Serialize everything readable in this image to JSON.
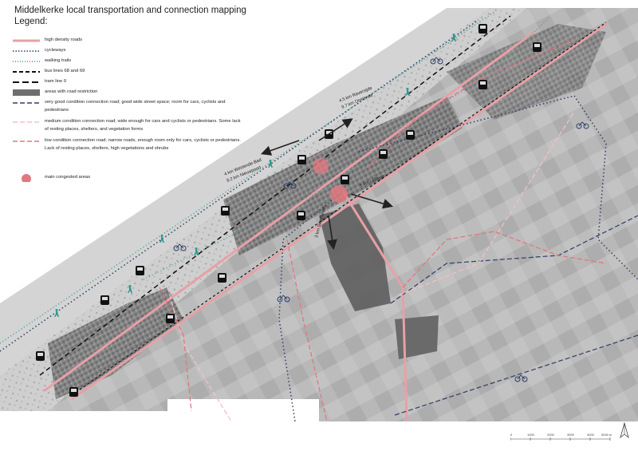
{
  "title": {
    "line1": "Middelkerke local transportation and connection mapping",
    "line2": "Legend:"
  },
  "legend": [
    {
      "label": "high density roads",
      "symbol": "solid-pink-line",
      "color": "#e8a0a8"
    },
    {
      "label": "cycleways",
      "symbol": "dotted-navy-line",
      "color": "#2f3d66"
    },
    {
      "label": "walking trails",
      "symbol": "dotted-teal-line",
      "color": "#3a9a8e"
    },
    {
      "label": "bus lines 68 and 69",
      "symbol": "dashed-black-line",
      "color": "#111111"
    },
    {
      "label": "tram line 0",
      "symbol": "long-dashed-black-line",
      "color": "#111111"
    },
    {
      "label": "areas with road restriction",
      "symbol": "grey-fill",
      "color": "#6e6e6e"
    },
    {
      "label": "very good condition connection road; good wide street space; room for cars, cyclists and pedestrians",
      "symbol": "dashed-navy-line",
      "color": "#2f3d66"
    },
    {
      "label": "medium condition connection road; wide enough for cars and cyclists or pedestrians. Some lack of resting places, shelters, and vegetation forms",
      "symbol": "dashed-light-pink-line",
      "color": "#f2c0c4"
    },
    {
      "label": "low condition connection road; narrow roads, enough room only for cars, cyclists or pedestrians. Lack of resting places, shelters, high vegetations and shrubs",
      "symbol": "dashed-pink-line",
      "color": "#e07880"
    },
    {
      "label": "main congested areas",
      "symbol": "pink-dot",
      "color": "#e07880"
    }
  ],
  "distances": {
    "toward_raversijde": "4.5 km Raversijde",
    "toward_oostende": "9.7 km Oostende",
    "toward_westende_bad": "4 km Westende-Bad",
    "toward_nieuwpoort": "8.2 km Nieuwpoort",
    "toward_lettenburg": "6 km Leffinge",
    "toward_slijkens": "3 km Sint-Pieters"
  },
  "scale": {
    "labels": [
      "0",
      "1000",
      "2000",
      "3000",
      "4000",
      "5000 m"
    ]
  },
  "colors": {
    "sea_sand": "#d6d6d6",
    "land": "#b5b5b5",
    "field_light": "#c4c4c4",
    "field_dark": "#9a9a9a",
    "built": "#6a6a6a",
    "high_density_road": "#e8a0a8",
    "congestion": "#e07880",
    "cycleway": "#2f3d66",
    "walking": "#3a9a8e"
  },
  "icons": [
    "bus-icon",
    "bicycle-icon",
    "pedestrian-icon",
    "direction-arrow-icon",
    "north-arrow-icon"
  ]
}
